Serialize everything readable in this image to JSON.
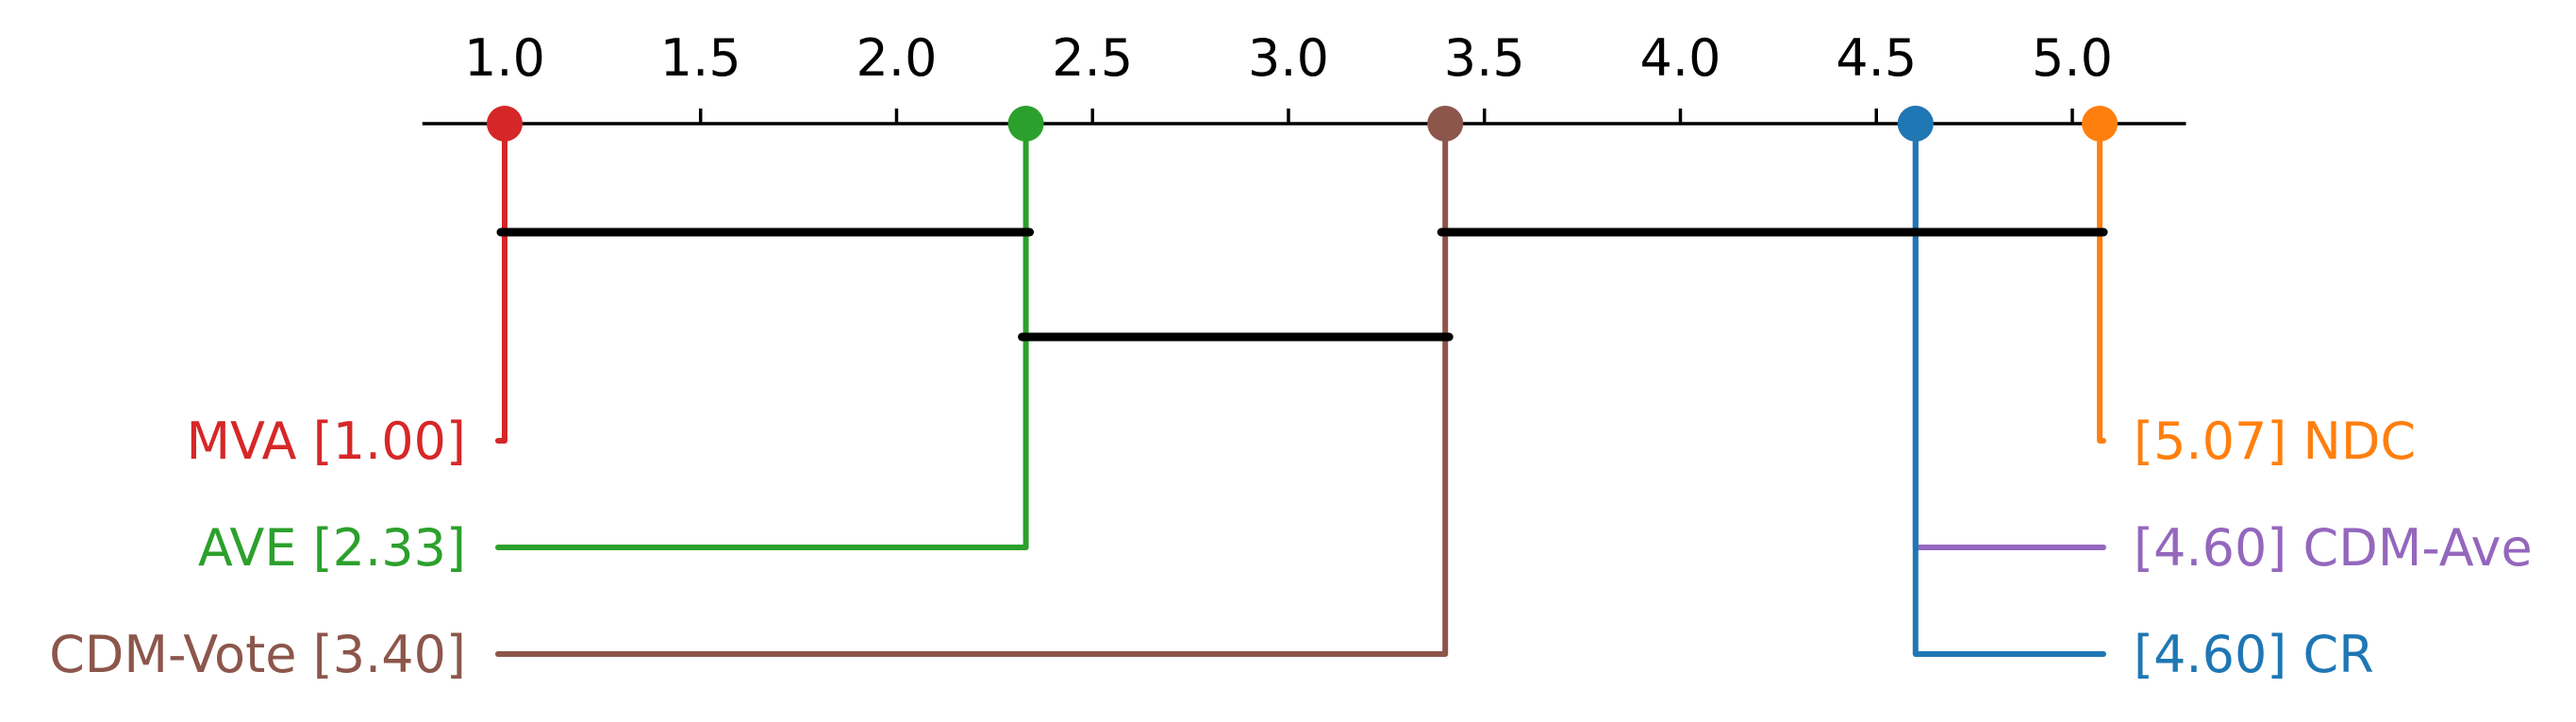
{
  "chart_data": {
    "type": "critical-difference-diagram",
    "axis": {
      "ticks": [
        1.0,
        1.5,
        2.0,
        2.5,
        3.0,
        3.5,
        4.0,
        4.5,
        5.0
      ],
      "tick_labels": [
        "1.0",
        "1.5",
        "2.0",
        "2.5",
        "3.0",
        "3.5",
        "4.0",
        "4.5",
        "5.0"
      ],
      "range": [
        0.79,
        5.29
      ]
    },
    "methods": [
      {
        "name": "MVA",
        "rank": 1.0,
        "label": "MVA [1.00]",
        "side": "left",
        "color": "#d62728"
      },
      {
        "name": "AVE",
        "rank": 2.33,
        "label": "AVE [2.33]",
        "side": "left",
        "color": "#2ca02c"
      },
      {
        "name": "CDM-Vote",
        "rank": 3.4,
        "label": "CDM-Vote [3.40]",
        "side": "left",
        "color": "#8c564b"
      },
      {
        "name": "NDC",
        "rank": 5.07,
        "label": "[5.07] NDC",
        "side": "right",
        "color": "#ff7f0e"
      },
      {
        "name": "CDM-Ave",
        "rank": 4.6,
        "label": "[4.60] CDM-Ave",
        "side": "right",
        "color": "#9467bd"
      },
      {
        "name": "CR",
        "rank": 4.6,
        "label": "[4.60] CR",
        "side": "right",
        "color": "#1f77b4"
      }
    ],
    "cliques": [
      {
        "from": 1.0,
        "to": 2.33
      },
      {
        "from": 3.4,
        "to": 5.07
      },
      {
        "from": 2.33,
        "to": 3.4
      }
    ],
    "grid": false,
    "legend": "none"
  }
}
